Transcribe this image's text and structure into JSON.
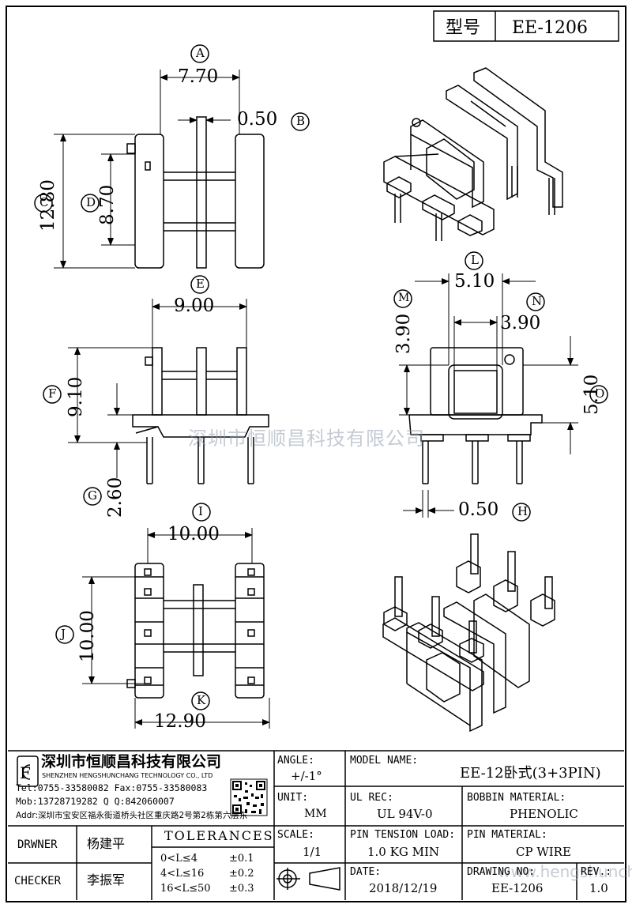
{
  "header": {
    "model_label": "型号",
    "model_value": "EE-1206"
  },
  "dims": {
    "A": {
      "circle": "A",
      "value": "7.70"
    },
    "B": {
      "circle": "B",
      "value": "0.50"
    },
    "C": {
      "circle": "C",
      "value": "12.80"
    },
    "D": {
      "circle": "D",
      "value": "8.70"
    },
    "E": {
      "circle": "E",
      "value": "9.00"
    },
    "F": {
      "circle": "F",
      "value": "9.10"
    },
    "G": {
      "circle": "G",
      "value": "2.60"
    },
    "H": {
      "circle": "H",
      "value": "0.50"
    },
    "I": {
      "circle": "I",
      "value": "10.00"
    },
    "J": {
      "circle": "J",
      "value": "10.00"
    },
    "K": {
      "circle": "K",
      "value": "12.90"
    },
    "L": {
      "circle": "L",
      "value": "5.10"
    },
    "M": {
      "circle": "M",
      "value": "3.90"
    },
    "N": {
      "circle": "N",
      "value": "3.90"
    },
    "O": {
      "circle": "O",
      "value": "5.10"
    }
  },
  "watermark": {
    "text": "深圳市恒顺昌科技有限公司",
    "url": "www.hengshunchang.com"
  },
  "company": {
    "name_cn": "深圳市恒顺昌科技有限公司",
    "name_en": "SHENZHEN HENGSHUNCHANG TECHNOLOGY CO., LTD",
    "tel": "Tel:0755-33580082 Fax:0755-33580083",
    "mob": "Mob:13728719282   Q Q:842060007",
    "addr": "Addr:深圳市宝安区福永街道桥头社区重庆路2号第2栋第六层东"
  },
  "title_block": {
    "angle_label": "ANGLE:",
    "angle_value": "+/-1°",
    "unit_label": "UNIT:",
    "unit_value": "MM",
    "scale_label": "SCALE:",
    "scale_value": "1/1",
    "model_name_label": "MODEL NAME:",
    "model_name_value": "EE-12卧式(3+3PIN)",
    "ul_rec_label": "UL REC:",
    "ul_rec_value": "UL 94V-0",
    "bobbin_material_label": "BOBBIN MATERIAL:",
    "bobbin_material_value": "PHENOLIC",
    "pin_tension_label": "PIN TENSION LOAD:",
    "pin_tension_value": "1.0 KG MIN",
    "pin_material_label": "PIN MATERIAL:",
    "pin_material_value": "CP WIRE",
    "date_label": "DATE:",
    "date_value": "2018/12/19",
    "drawing_no_label": "DRAWING NO:",
    "drawing_no_value": "EE-1206",
    "rev_label": "REV.:",
    "rev_value": "1.0",
    "drawer_label": "DRWNER",
    "drawer_value": "杨建平",
    "checker_label": "CHECKER",
    "checker_value": "李振军",
    "tolerances_title": "TOLERANCES",
    "tolerances": [
      {
        "range": "0<L≤4",
        "tol": "±0.1"
      },
      {
        "range": "4<L≤16",
        "tol": "±0.2"
      },
      {
        "range": "16<L≤50",
        "tol": "±0.3"
      }
    ]
  }
}
